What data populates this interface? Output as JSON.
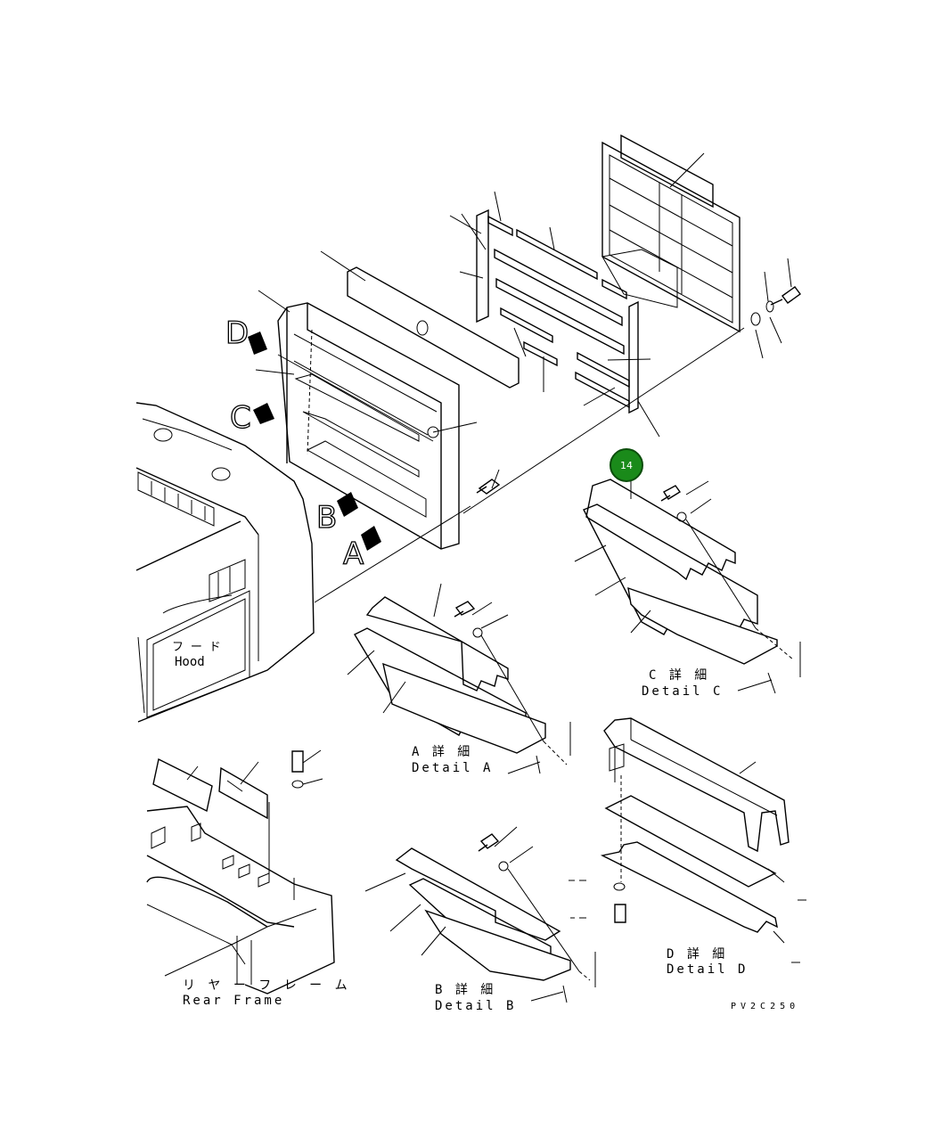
{
  "callout": {
    "number": "14"
  },
  "view_letters": {
    "d": "D",
    "c": "C",
    "b": "B",
    "a": "A"
  },
  "labels": {
    "hood_jp": "フ ー ド",
    "hood_en": "Hood",
    "rear_frame_jp": "リ ヤ ー フ レ ー ム",
    "rear_frame_en": "Rear Frame",
    "detail_a_jp": "A 詳 細",
    "detail_a_en": "Detail A",
    "detail_b_jp": "B 詳 細",
    "detail_b_en": "Detail B",
    "detail_c_jp": "C 詳 細",
    "detail_c_en": "Detail C",
    "detail_d_jp": "D 詳 細",
    "detail_d_en": "Detail D"
  },
  "drawing_code": "PV2C250",
  "colors": {
    "callout_fill": "#1a8a1a",
    "line": "#000000",
    "background": "#ffffff"
  }
}
